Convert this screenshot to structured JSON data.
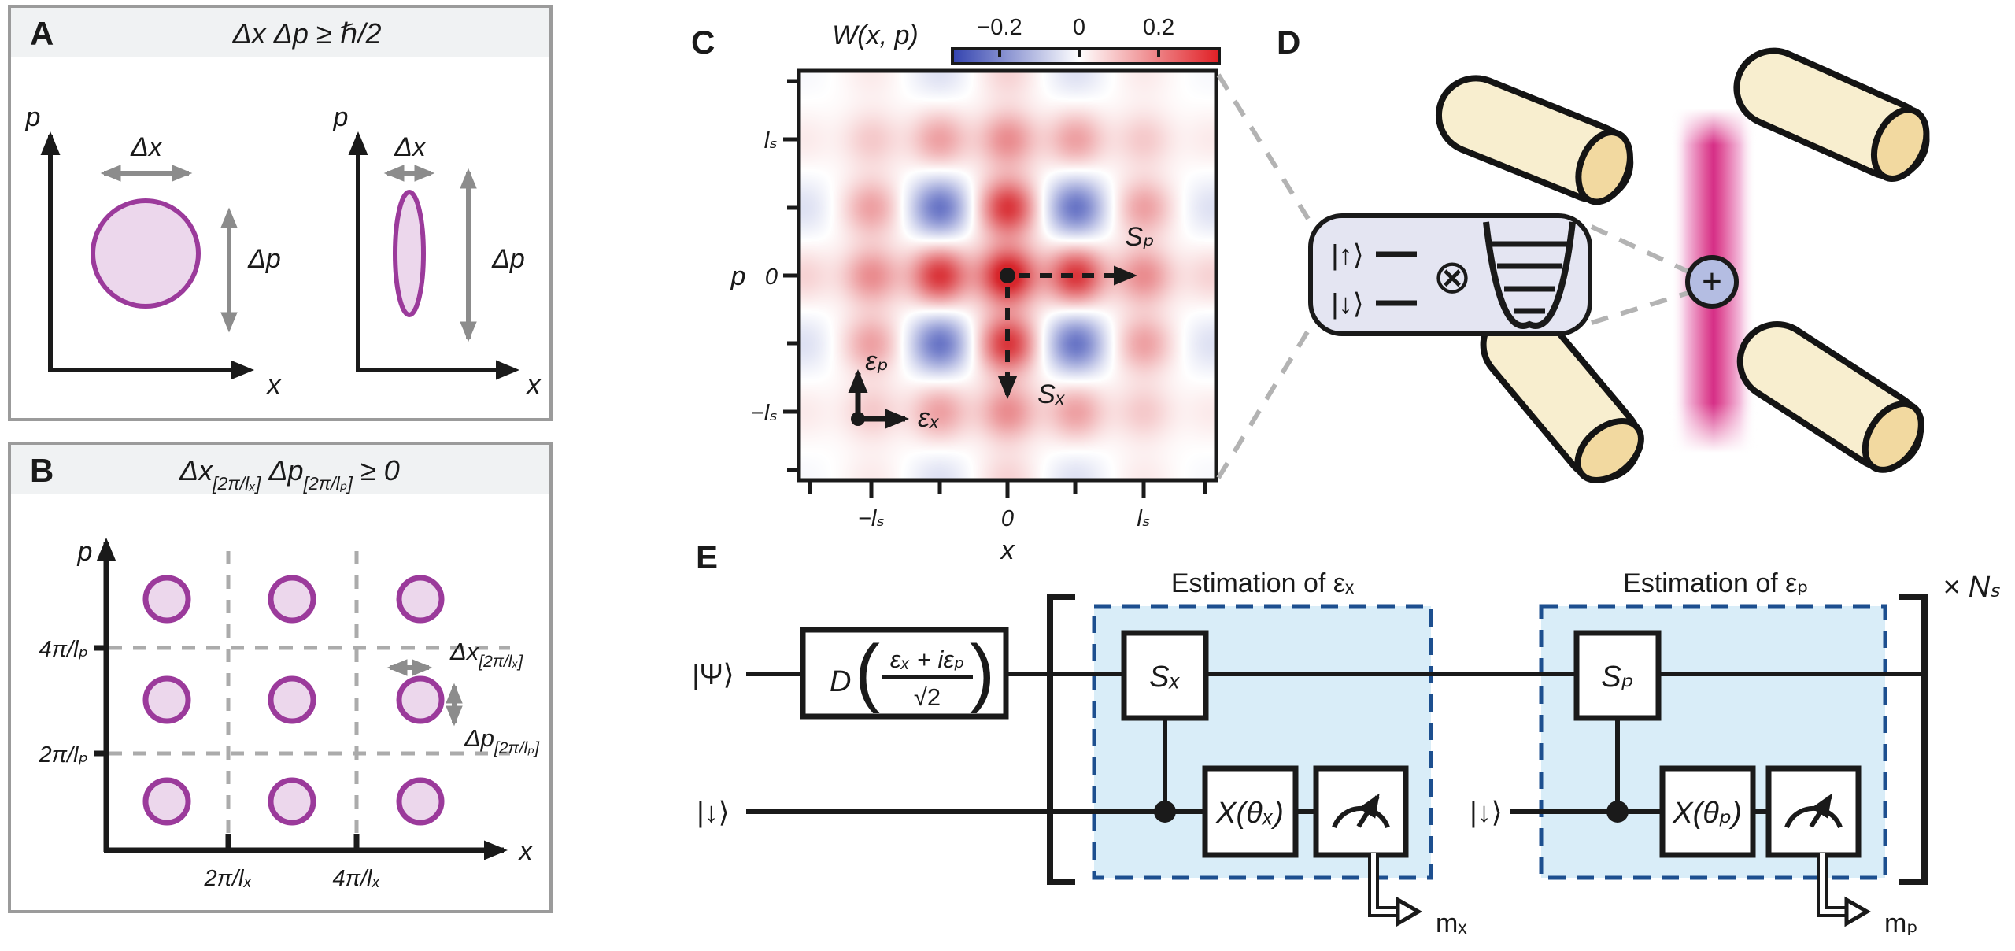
{
  "panel_a": {
    "label": "A",
    "title": "Δx Δp ≥ ℏ/2",
    "p_axis_left": "p",
    "x_axis_left": "x",
    "p_axis_right": "p",
    "x_axis_right": "x",
    "dx_left": "Δx",
    "dp_left": "Δp",
    "dx_right": "Δx",
    "dp_right": "Δp"
  },
  "panel_b": {
    "label": "B",
    "title_dx": "Δx",
    "title_dx_sub": "[2π/lₓ]",
    "title_dp": " Δp",
    "title_dp_sub": "[2π/lₚ]",
    "title_rel": " ≥  0",
    "p_axis": "p",
    "x_axis": "x",
    "y_ticks": [
      "4π/lₚ",
      "2π/lₚ"
    ],
    "x_ticks": [
      "2π/lₓ",
      "4π/lₓ"
    ],
    "ann_dx": "Δx",
    "ann_dx_sub": "[2π/lₓ]",
    "ann_dp": "Δp",
    "ann_dp_sub": "[2π/lₚ]"
  },
  "panel_c": {
    "label": "C",
    "function_label": "W(x, p)",
    "colorbar_ticks": [
      "−0.2",
      "0",
      "0.2"
    ],
    "y_tick_labels": [
      "lₛ",
      "0",
      "−lₛ"
    ],
    "x_tick_labels": [
      "−lₛ",
      "0",
      "lₛ"
    ],
    "x_axis": "x",
    "y_axis": "p",
    "arrow_sp": "Sₚ",
    "arrow_sx": "Sₓ",
    "eps_p": "εₚ",
    "eps_x": "εₓ",
    "chart_data": {
      "type": "heatmap",
      "title": "W(x, p)",
      "xlabel": "x",
      "ylabel": "p",
      "x_ticks": [
        "−lₛ",
        "0",
        "lₛ"
      ],
      "y_ticks": [
        "lₛ",
        "0",
        "−lₛ"
      ],
      "colorbar": {
        "ticks": [
          -0.2,
          0,
          0.2
        ],
        "min": -0.27,
        "max": 0.27,
        "neg_color": "#3c4cb5",
        "mid_color": "#ffffff",
        "pos_color": "#d7262c"
      },
      "model": "grid-state Wigner function: lattice of Gaussian peaks at (i,j)*ls/2 with sign (-1)^(i*j) and Gaussian envelope",
      "site_spacing": "lₛ/2",
      "sign_rule": "(-1)^(i*j)",
      "i_range": [
        -3,
        3
      ],
      "j_range": [
        -3,
        3
      ],
      "sigma_frac": 0.3,
      "envelope_beta": 0.19,
      "peak_value": 0.25
    }
  },
  "panel_d": {
    "label": "D",
    "spin_up": "|↑⟩",
    "spin_down": "|↓⟩",
    "tensor": "⊗",
    "ion_charge": "+"
  },
  "panel_e": {
    "label": "E",
    "psi_ket": "|Ψ⟩",
    "down_ket_1": "|↓⟩",
    "down_ket_2": "|↓⟩",
    "disp_name": "D",
    "paren_open": "(",
    "paren_close": ")",
    "disp_num": "εₓ + iεₚ",
    "disp_den": "√2",
    "est_x_title": "Estimation of εₓ",
    "est_p_title": "Estimation of εₚ",
    "gate_sx": "Sₓ",
    "gate_sp": "Sₚ",
    "gate_xx": "X(θₓ)",
    "gate_xp": "X(θₚ)",
    "out_x": "mₓ",
    "out_p": "mₚ",
    "repeat": "× Nₛ"
  },
  "colors": {
    "accent_purple": "#9b3a9b",
    "fill_purple": "#ecd7ec",
    "electrode_body": "#f8eecf",
    "electrode_cap": "#f2d9a0",
    "beam_core": "#d63188",
    "ion_fill": "#b4bde2",
    "inset_box_fill": "#e4e5f2",
    "est_box_fill": "#d9edf8",
    "est_box_border": "#1d4f8f",
    "header_fill": "#f0f2f3",
    "panel_border": "#9b9b9b"
  }
}
